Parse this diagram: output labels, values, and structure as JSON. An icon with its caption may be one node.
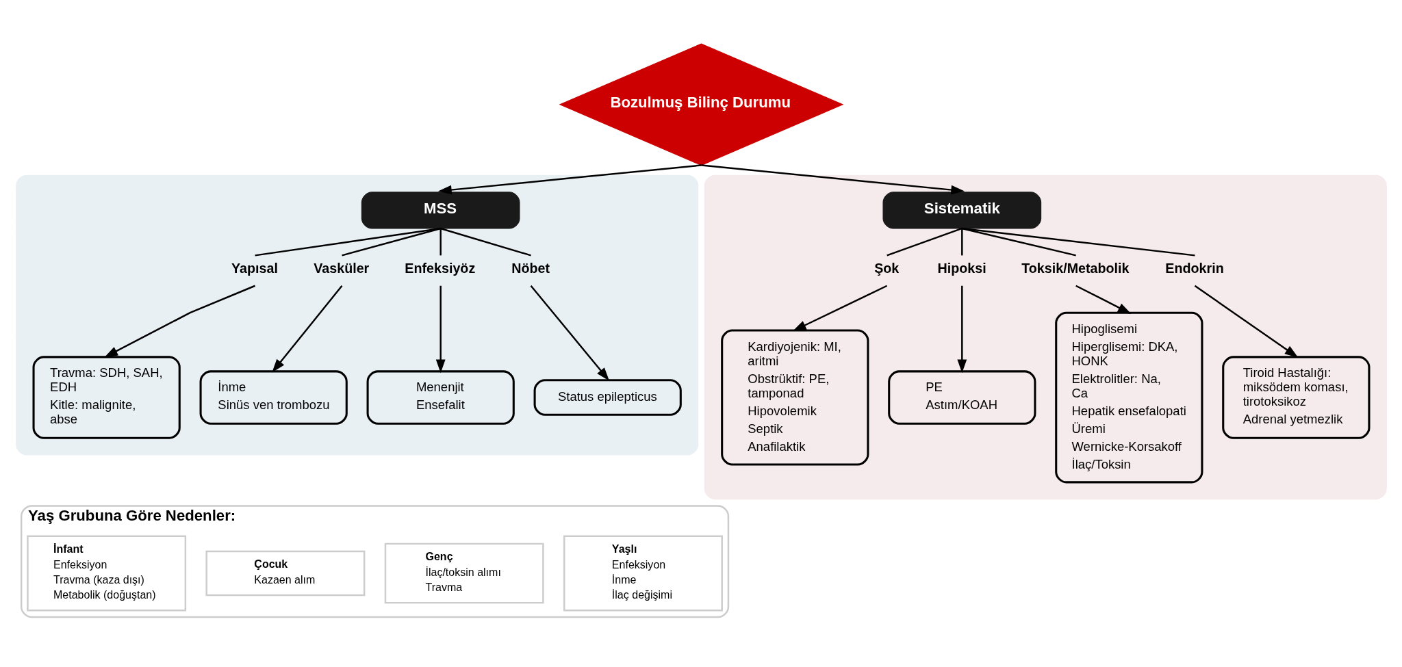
{
  "diagram": {
    "nodes": [
      {
        "text": [
          "Bozulmuş Bilinç Durumu"
        ]
      },
      {
        "text": [],
        "shape": "box"
      },
      {
        "text": [
          "MSS"
        ],
        "in": 1
      },
      {
        "text": [
          "Yapısal"
        ],
        "in": 1
      },
      {
        "text": [
          "Vasküler"
        ],
        "in": 1
      },
      {
        "text": [
          "Enfeksiyöz"
        ],
        "in": 1
      },
      {
        "text": [
          "Nöbet"
        ],
        "in": 1
      },
      {
        "text": [
          "Travma: SDH, SAH, EDH",
          "Kitle: malignite, abse"
        ],
        "in": 1
      },
      {
        "text": [
          "İnme",
          "Sinüs ven trombozu"
        ],
        "in": 1
      },
      {
        "text": [
          "Menenjit",
          "Ensefalit"
        ],
        "in": 1
      },
      {
        "text": [
          "Status epilepticus"
        ],
        "in": 1
      },
      {
        "text": [],
        "shape": "box"
      },
      {
        "text": [
          "Sistematik"
        ],
        "in": 11
      },
      {
        "text": [
          "Şok"
        ],
        "in": 11
      },
      {
        "text": [
          "Hipoksi"
        ],
        "in": 11
      },
      {
        "text": [
          "Toksik/Metabolik"
        ],
        "in": 11
      },
      {
        "text": [
          "Endokrin"
        ],
        "in": 11
      },
      {
        "text": [
          "Kardiyojenik: MI, aritmi",
          "Obstrüktif: PE, tamponad",
          "Hipovolemik",
          "Septik",
          "Anafilaktik"
        ],
        "in": 11
      },
      {
        "text": [
          "PE",
          "Astım/KOAH"
        ],
        "in": 11
      },
      {
        "text": [
          "Hipoglisemi",
          "Hiperglisemi: DKA, HONK",
          "Elektrolitler: Na, Ca",
          "Hepatik ensefalopati",
          "Üremi",
          "Wernicke-Korsakoff",
          "İlaç/Toksin"
        ],
        "in": 11
      },
      {
        "text": [
          "Tiroid Hastalığı: miksödem koması, tirotoksikoz",
          "Adrenal yetmezlik"
        ],
        "in": 11
      },
      {
        "text": [
          "Yaş Grubuna Göre Nedenler:"
        ]
      },
      {
        "text": [
          "İnfant",
          "Enfeksiyon",
          "Travma (kaza dışı)",
          "Metabolik (doğuştan)"
        ],
        "in": 21
      },
      {
        "text": [
          "Çocuk",
          "Kazaen alım"
        ],
        "in": 21
      },
      {
        "text": [
          "Genç",
          "İlaç/toksin alımı",
          "Travma"
        ],
        "in": 21
      },
      {
        "text": [
          "Yaşlı",
          "Enfeksiyon",
          "İnme",
          "İlaç değişimi"
        ],
        "in": 21
      }
    ],
    "edges": [
      {
        "from": 0,
        "to": 2,
        "arrow": "to"
      },
      {
        "from": 0,
        "to": 12,
        "arrow": "to"
      },
      {
        "from": 2,
        "to": 3,
        "arrow": "none"
      },
      {
        "from": 2,
        "to": 4,
        "arrow": "none"
      },
      {
        "from": 2,
        "to": 5,
        "arrow": "none"
      },
      {
        "from": 2,
        "to": 6,
        "arrow": "none"
      },
      {
        "from": 3,
        "to": 7,
        "arrow": "to"
      },
      {
        "from": 4,
        "to": 8,
        "arrow": "to"
      },
      {
        "from": 5,
        "to": 9,
        "arrow": "to"
      },
      {
        "from": 6,
        "to": 10,
        "arrow": "to"
      },
      {
        "from": 12,
        "to": 13,
        "arrow": "none"
      },
      {
        "from": 12,
        "to": 14,
        "arrow": "none"
      },
      {
        "from": 12,
        "to": 15,
        "arrow": "none"
      },
      {
        "from": 12,
        "to": 16,
        "arrow": "none"
      },
      {
        "from": 13,
        "to": 17,
        "arrow": "to"
      },
      {
        "from": 14,
        "to": 18,
        "arrow": "to"
      },
      {
        "from": 15,
        "to": 19,
        "arrow": "to"
      },
      {
        "from": 16,
        "to": 20,
        "arrow": "to"
      }
    ]
  }
}
